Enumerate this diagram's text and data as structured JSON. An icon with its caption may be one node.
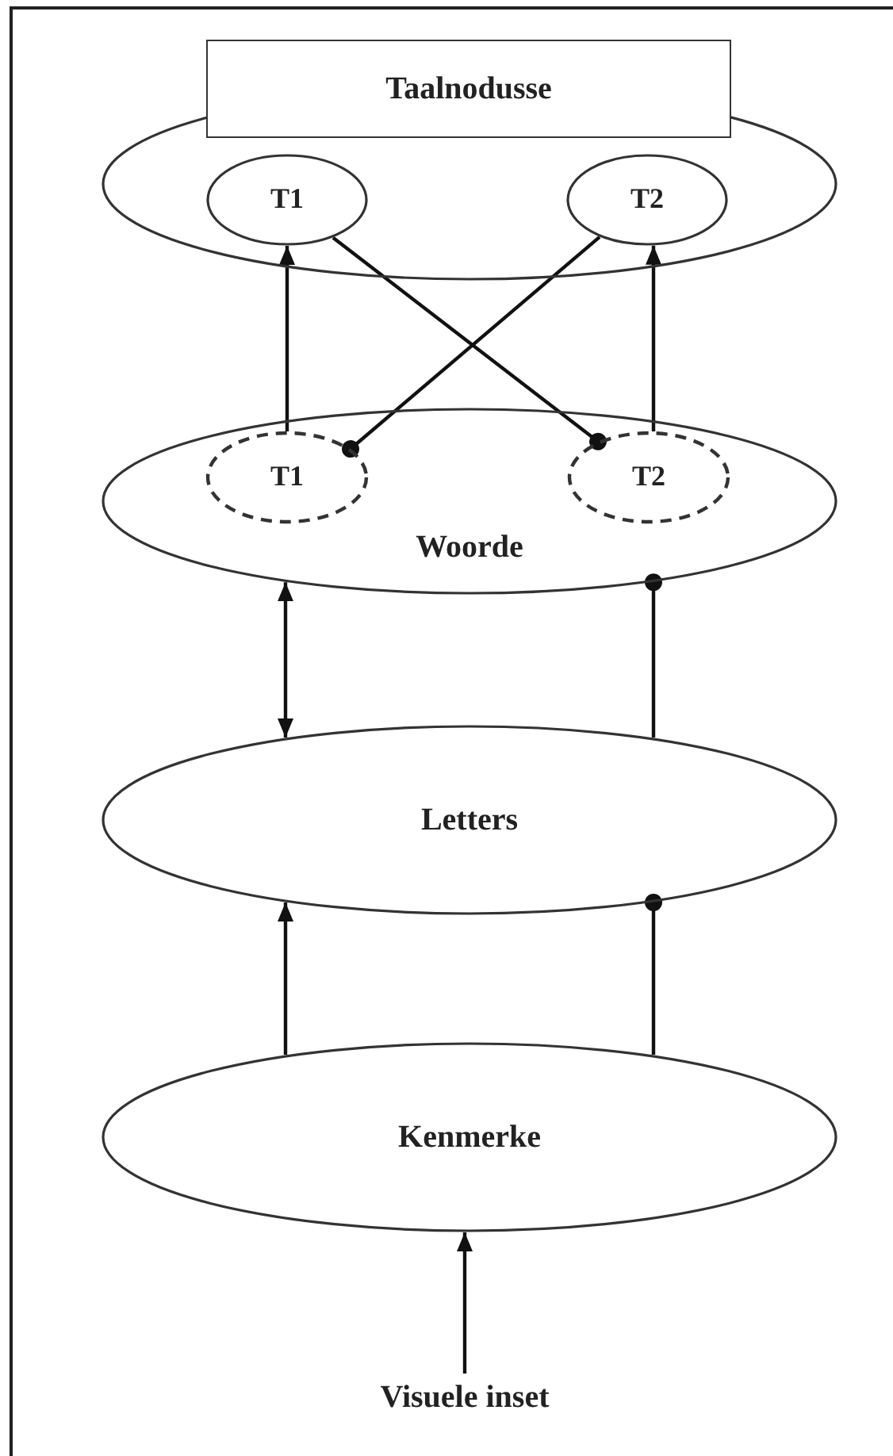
{
  "diagram": {
    "nodes": [
      {
        "text": [
          "Taalnodusse"
        ]
      },
      {
        "text": [
          "T1"
        ],
        "in": 0
      },
      {
        "text": [
          "T2"
        ],
        "in": 0
      },
      {
        "text": [
          "Woorde"
        ]
      },
      {
        "text": [
          "T1"
        ],
        "in": 3
      },
      {
        "text": [
          "T2"
        ],
        "in": 3
      },
      {
        "text": [
          "Letters"
        ]
      },
      {
        "text": [
          "Kenmerke"
        ]
      },
      {
        "text": [
          "Visuele inset"
        ]
      }
    ],
    "edges": [
      {
        "from": 4,
        "to": 1,
        "arrow": "to"
      },
      {
        "from": 2,
        "to": 4,
        "arrow": "other"
      },
      {
        "from": 1,
        "to": 5,
        "arrow": "other"
      },
      {
        "from": 5,
        "to": 2,
        "arrow": "to"
      },
      {
        "from": 3,
        "to": 6,
        "arrow": "both"
      },
      {
        "from": 6,
        "to": 3,
        "arrow": "other"
      },
      {
        "from": 7,
        "to": 6,
        "arrow": "to"
      },
      {
        "from": 7,
        "to": 6,
        "arrow": "other"
      },
      {
        "from": 8,
        "to": 7,
        "arrow": "to"
      }
    ]
  }
}
